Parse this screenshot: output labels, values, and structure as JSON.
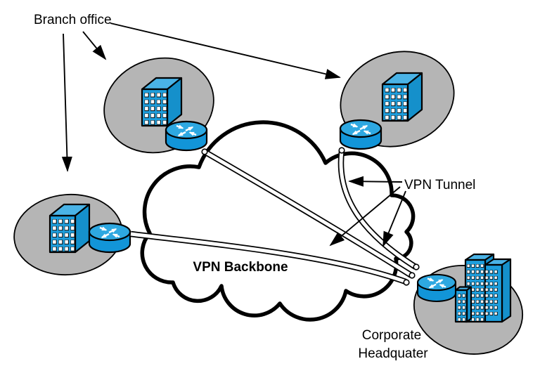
{
  "diagram": {
    "labels": {
      "branch_office": "Branch office",
      "vpn_backbone": "VPN Backbone",
      "vpn_tunnel": "VPN Tunnel",
      "corporate_hq_line1": "Corporate",
      "corporate_hq_line2": "Headquater"
    },
    "colors": {
      "site_ellipse_fill": "#b5b5b5",
      "node_blue_front": "#1e9edc",
      "node_blue_top": "#4ab3e6",
      "node_blue_side": "#1590cb",
      "router_top": "#2ea8e1",
      "router_side": "#1295d8",
      "cloud_fill": "#ffffff",
      "outline": "#000000"
    },
    "topology": {
      "sites": [
        {
          "name": "branch-office-top",
          "type": "branch office",
          "devices": [
            "office building",
            "router"
          ]
        },
        {
          "name": "branch-office-right",
          "type": "branch office",
          "devices": [
            "office building",
            "router"
          ]
        },
        {
          "name": "branch-office-left",
          "type": "branch office",
          "devices": [
            "office building",
            "router"
          ]
        },
        {
          "name": "corporate-headquarters",
          "type": "headquarters",
          "devices": [
            "router",
            "office towers"
          ]
        }
      ],
      "connections": [
        {
          "from": "branch-office-top",
          "to": "corporate-headquarters",
          "type": "VPN tunnel",
          "via": "VPN Backbone"
        },
        {
          "from": "branch-office-right",
          "to": "corporate-headquarters",
          "type": "VPN tunnel",
          "via": "VPN Backbone"
        },
        {
          "from": "branch-office-left",
          "to": "corporate-headquarters",
          "type": "VPN tunnel",
          "via": "VPN Backbone"
        }
      ]
    }
  }
}
